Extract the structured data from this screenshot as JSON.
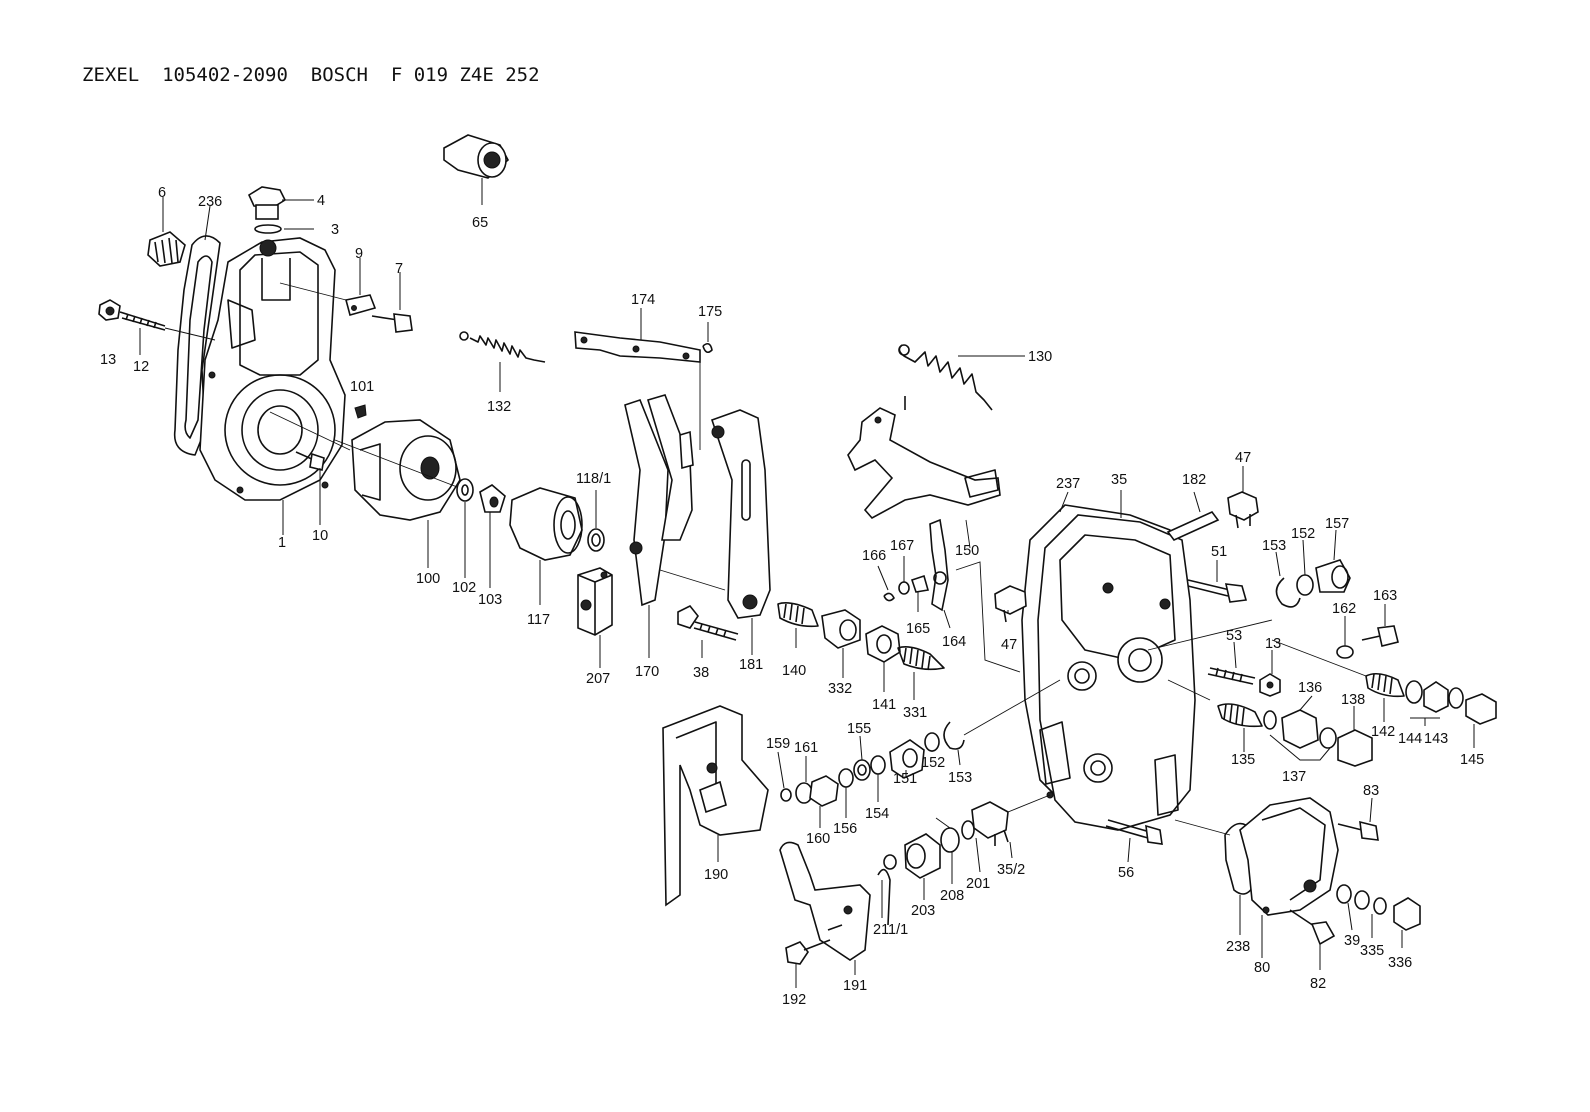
{
  "header": {
    "title": "ZEXEL  105402-2090  BOSCH  F 019 Z4E 252"
  },
  "callouts": [
    {
      "id": "65",
      "text": "65"
    },
    {
      "id": "6",
      "text": "6"
    },
    {
      "id": "236",
      "text": "236"
    },
    {
      "id": "4",
      "text": "4"
    },
    {
      "id": "3",
      "text": "3"
    },
    {
      "id": "9",
      "text": "9"
    },
    {
      "id": "7",
      "text": "7"
    },
    {
      "id": "13a",
      "text": "13"
    },
    {
      "id": "12",
      "text": "12"
    },
    {
      "id": "132",
      "text": "132"
    },
    {
      "id": "174",
      "text": "174"
    },
    {
      "id": "175",
      "text": "175"
    },
    {
      "id": "130",
      "text": "130"
    },
    {
      "id": "101",
      "text": "101"
    },
    {
      "id": "1",
      "text": "1"
    },
    {
      "id": "10",
      "text": "10"
    },
    {
      "id": "100",
      "text": "100"
    },
    {
      "id": "102",
      "text": "102"
    },
    {
      "id": "103",
      "text": "103"
    },
    {
      "id": "117",
      "text": "117"
    },
    {
      "id": "118_1",
      "text": "118/1"
    },
    {
      "id": "207",
      "text": "207"
    },
    {
      "id": "170",
      "text": "170"
    },
    {
      "id": "38",
      "text": "38"
    },
    {
      "id": "181",
      "text": "181"
    },
    {
      "id": "140",
      "text": "140"
    },
    {
      "id": "332",
      "text": "332"
    },
    {
      "id": "141",
      "text": "141"
    },
    {
      "id": "331",
      "text": "331"
    },
    {
      "id": "166",
      "text": "166"
    },
    {
      "id": "167",
      "text": "167"
    },
    {
      "id": "165",
      "text": "165"
    },
    {
      "id": "164",
      "text": "164"
    },
    {
      "id": "150",
      "text": "150"
    },
    {
      "id": "237",
      "text": "237"
    },
    {
      "id": "35",
      "text": "35"
    },
    {
      "id": "182",
      "text": "182"
    },
    {
      "id": "47a",
      "text": "47"
    },
    {
      "id": "47b",
      "text": "47"
    },
    {
      "id": "51",
      "text": "51"
    },
    {
      "id": "153a",
      "text": "153"
    },
    {
      "id": "152a",
      "text": "152"
    },
    {
      "id": "157",
      "text": "157"
    },
    {
      "id": "162",
      "text": "162"
    },
    {
      "id": "163",
      "text": "163"
    },
    {
      "id": "53",
      "text": "53"
    },
    {
      "id": "13b",
      "text": "13"
    },
    {
      "id": "136",
      "text": "136"
    },
    {
      "id": "138",
      "text": "138"
    },
    {
      "id": "142",
      "text": "142"
    },
    {
      "id": "144",
      "text": "144"
    },
    {
      "id": "143",
      "text": "143"
    },
    {
      "id": "145",
      "text": "145"
    },
    {
      "id": "135",
      "text": "135"
    },
    {
      "id": "137",
      "text": "137"
    },
    {
      "id": "159",
      "text": "159"
    },
    {
      "id": "161",
      "text": "161"
    },
    {
      "id": "155",
      "text": "155"
    },
    {
      "id": "160",
      "text": "160"
    },
    {
      "id": "156",
      "text": "156"
    },
    {
      "id": "154",
      "text": "154"
    },
    {
      "id": "151",
      "text": "151"
    },
    {
      "id": "152b",
      "text": "152"
    },
    {
      "id": "153b",
      "text": "153"
    },
    {
      "id": "190",
      "text": "190"
    },
    {
      "id": "191",
      "text": "191"
    },
    {
      "id": "192",
      "text": "192"
    },
    {
      "id": "211_1",
      "text": "211/1"
    },
    {
      "id": "203",
      "text": "203"
    },
    {
      "id": "208",
      "text": "208"
    },
    {
      "id": "201",
      "text": "201"
    },
    {
      "id": "35_2",
      "text": "35/2"
    },
    {
      "id": "56",
      "text": "56"
    },
    {
      "id": "83",
      "text": "83"
    },
    {
      "id": "238",
      "text": "238"
    },
    {
      "id": "80",
      "text": "80"
    },
    {
      "id": "82",
      "text": "82"
    },
    {
      "id": "39",
      "text": "39"
    },
    {
      "id": "335",
      "text": "335"
    },
    {
      "id": "336",
      "text": "336"
    }
  ]
}
